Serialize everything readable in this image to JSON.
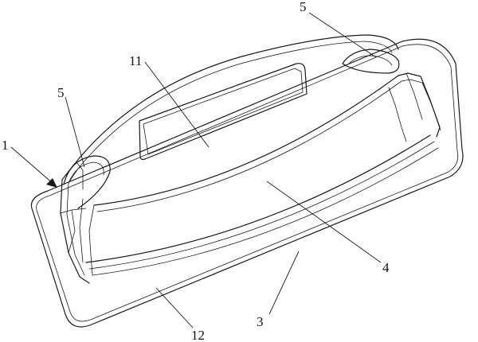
{
  "figure": {
    "reference_labels": {
      "base_plate": "3",
      "front_panel": "4",
      "left_clip": "5",
      "right_clip": "5",
      "assembly": "1",
      "top_window": "11",
      "base_front_edge": "12"
    }
  }
}
